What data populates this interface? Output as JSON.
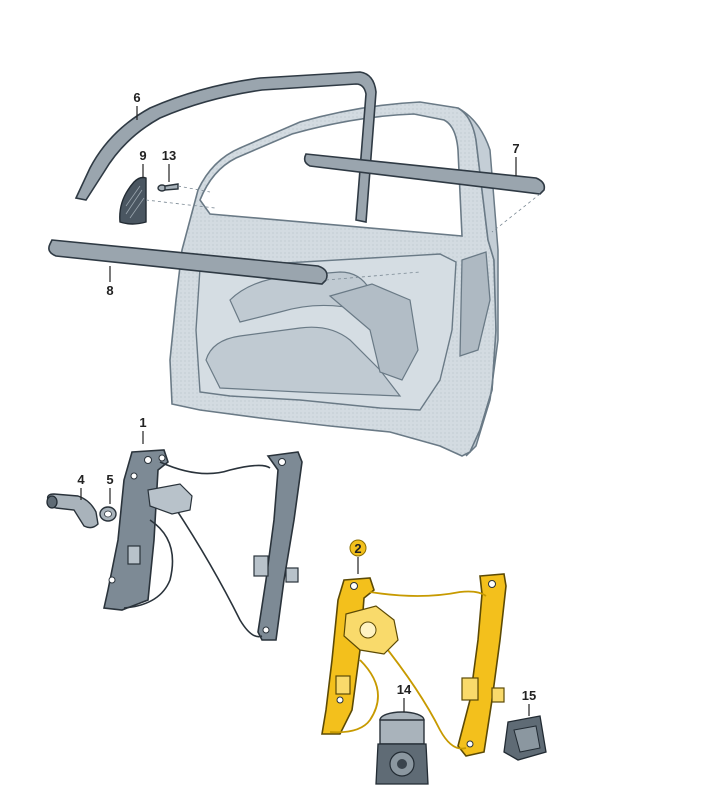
{
  "callouts": [
    {
      "id": "c1",
      "label": "1"
    },
    {
      "id": "c2",
      "label": "2",
      "highlighted": true
    },
    {
      "id": "c4",
      "label": "4"
    },
    {
      "id": "c5",
      "label": "5"
    },
    {
      "id": "c6",
      "label": "6"
    },
    {
      "id": "c7",
      "label": "7"
    },
    {
      "id": "c8",
      "label": "8"
    },
    {
      "id": "c9",
      "label": "9"
    },
    {
      "id": "c13",
      "label": "13"
    },
    {
      "id": "c14",
      "label": "14"
    },
    {
      "id": "c15",
      "label": "15"
    }
  ],
  "colors": {
    "highlight": "#f3c01c",
    "part_grey": "#7d8a95",
    "door_panel": "#d5dde3",
    "outline": "#2a333b"
  }
}
